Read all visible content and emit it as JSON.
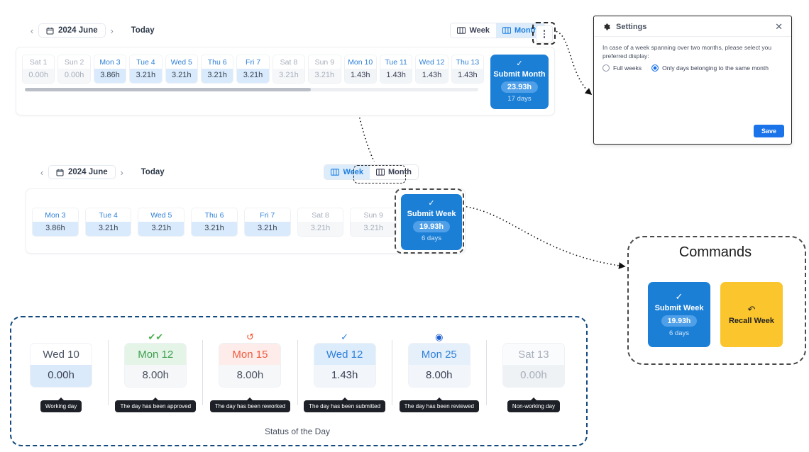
{
  "month_panel": {
    "nav": {
      "prev": "‹",
      "next": "›",
      "month_label": "2024 June",
      "today": "Today"
    },
    "view_toggle": {
      "week": "Week",
      "month": "Month",
      "active": "Month"
    },
    "menu_icon": "kebab-menu-icon",
    "days": [
      {
        "day": "Sat 1",
        "hours": "0.00h",
        "state": "grey",
        "check": false
      },
      {
        "day": "Sun 2",
        "hours": "0.00h",
        "state": "grey",
        "check": false
      },
      {
        "day": "Mon 3",
        "hours": "3.86h",
        "state": "filled",
        "check": false
      },
      {
        "day": "Tue 4",
        "hours": "3.21h",
        "state": "filled",
        "check": false
      },
      {
        "day": "Wed 5",
        "hours": "3.21h",
        "state": "filled",
        "check": false
      },
      {
        "day": "Thu 6",
        "hours": "3.21h",
        "state": "filled",
        "check": false
      },
      {
        "day": "Fri 7",
        "hours": "3.21h",
        "state": "filled",
        "check": false
      },
      {
        "day": "Sat 8",
        "hours": "3.21h",
        "state": "grey",
        "check": false
      },
      {
        "day": "Sun 9",
        "hours": "3.21h",
        "state": "grey",
        "check": false
      },
      {
        "day": "Mon 10",
        "hours": "1.43h",
        "state": "sub",
        "check": true
      },
      {
        "day": "Tue 11",
        "hours": "1.43h",
        "state": "sub",
        "check": true
      },
      {
        "day": "Wed 12",
        "hours": "1.43h",
        "state": "sub",
        "check": true
      },
      {
        "day": "Thu 13",
        "hours": "1.43h",
        "state": "sub",
        "check": true
      }
    ],
    "submit": {
      "label": "Submit Month",
      "hours": "23.93h",
      "days": "17 days",
      "check": "✓"
    }
  },
  "week_panel": {
    "nav": {
      "prev": "‹",
      "next": "›",
      "month_label": "2024 June",
      "today": "Today"
    },
    "view_toggle": {
      "week": "Week",
      "month": "Month",
      "active": "Week"
    },
    "days": [
      {
        "day": "Mon 3",
        "hours": "3.86h",
        "state": "filled"
      },
      {
        "day": "Tue 4",
        "hours": "3.21h",
        "state": "filled"
      },
      {
        "day": "Wed 5",
        "hours": "3.21h",
        "state": "filled"
      },
      {
        "day": "Thu 6",
        "hours": "3.21h",
        "state": "filled"
      },
      {
        "day": "Fri 7",
        "hours": "3.21h",
        "state": "filled"
      },
      {
        "day": "Sat 8",
        "hours": "3.21h",
        "state": "grey"
      },
      {
        "day": "Sun 9",
        "hours": "3.21h",
        "state": "grey"
      }
    ],
    "submit": {
      "label": "Submit Week",
      "hours": "19.93h",
      "days": "6 days",
      "check": "✓"
    }
  },
  "settings_dialog": {
    "title": "Settings",
    "gear_icon": "gear-icon",
    "close": "✕",
    "description": "In case of a week spanning over two months, please select you preferred display:",
    "options": [
      {
        "label": "Full weeks",
        "selected": false
      },
      {
        "label": "Only days belonging to the same month",
        "selected": true
      }
    ],
    "save_label": "Save"
  },
  "commands": {
    "title": "Commands",
    "cards": [
      {
        "label": "Submit Week",
        "hours": "19.93h",
        "days": "6 days",
        "icon": "✓",
        "color": "#1c7fd6"
      },
      {
        "label": "Recall Week",
        "hours": "",
        "days": "",
        "icon": "↶",
        "color": "#fbc52d"
      }
    ]
  },
  "status_of_day": {
    "caption": "Status of the Day",
    "items": [
      {
        "day": "Wed 10",
        "hours": "0.00h",
        "tooltip": "Working day",
        "icon": "",
        "icon_name": "none",
        "icon_color": "#ffffff",
        "top_bg": "#ffffff",
        "top_color": "#4a5261",
        "bot_bg": "#daeafa",
        "bot_color": "#3c4257"
      },
      {
        "day": "Mon 12",
        "hours": "8.00h",
        "tooltip": "The day has been approved",
        "icon": "✔✔",
        "icon_name": "double-check-icon",
        "icon_color": "#4caf50",
        "top_bg": "#e4f4e6",
        "top_color": "#3f9f51",
        "bot_bg": "#f5f7f9",
        "bot_color": "#4a5261"
      },
      {
        "day": "Mon 15",
        "hours": "8.00h",
        "tooltip": "The day has been reworked",
        "icon": "↺",
        "icon_name": "rework-undo-icon",
        "icon_color": "#f4502b",
        "top_bg": "#fdecea",
        "top_color": "#ef5b3c",
        "bot_bg": "#f5f7f9",
        "bot_color": "#4a5261"
      },
      {
        "day": "Wed 12",
        "hours": "1.43h",
        "tooltip": "The day has been submitted",
        "icon": "✓",
        "icon_name": "check-icon",
        "icon_color": "#2f80d8",
        "top_bg": "#dcecfb",
        "top_color": "#2f80d8",
        "bot_bg": "#f2f6fa",
        "bot_color": "#3c4257"
      },
      {
        "day": "Mon 25",
        "hours": "8.00h",
        "tooltip": "The day has been reviewed",
        "icon": "◉",
        "icon_name": "eye-icon",
        "icon_color": "#1f5fd0",
        "top_bg": "#e6f0fb",
        "top_color": "#2f80d8",
        "bot_bg": "#f2f6fa",
        "bot_color": "#3c4257"
      },
      {
        "day": "Sat 13",
        "hours": "0.00h",
        "tooltip": "Non-working day",
        "icon": "",
        "icon_name": "none",
        "icon_color": "#ffffff",
        "top_bg": "#fafbfc",
        "top_color": "#a7aebb",
        "bot_bg": "#eff2f5",
        "bot_color": "#a7aebb"
      }
    ]
  }
}
